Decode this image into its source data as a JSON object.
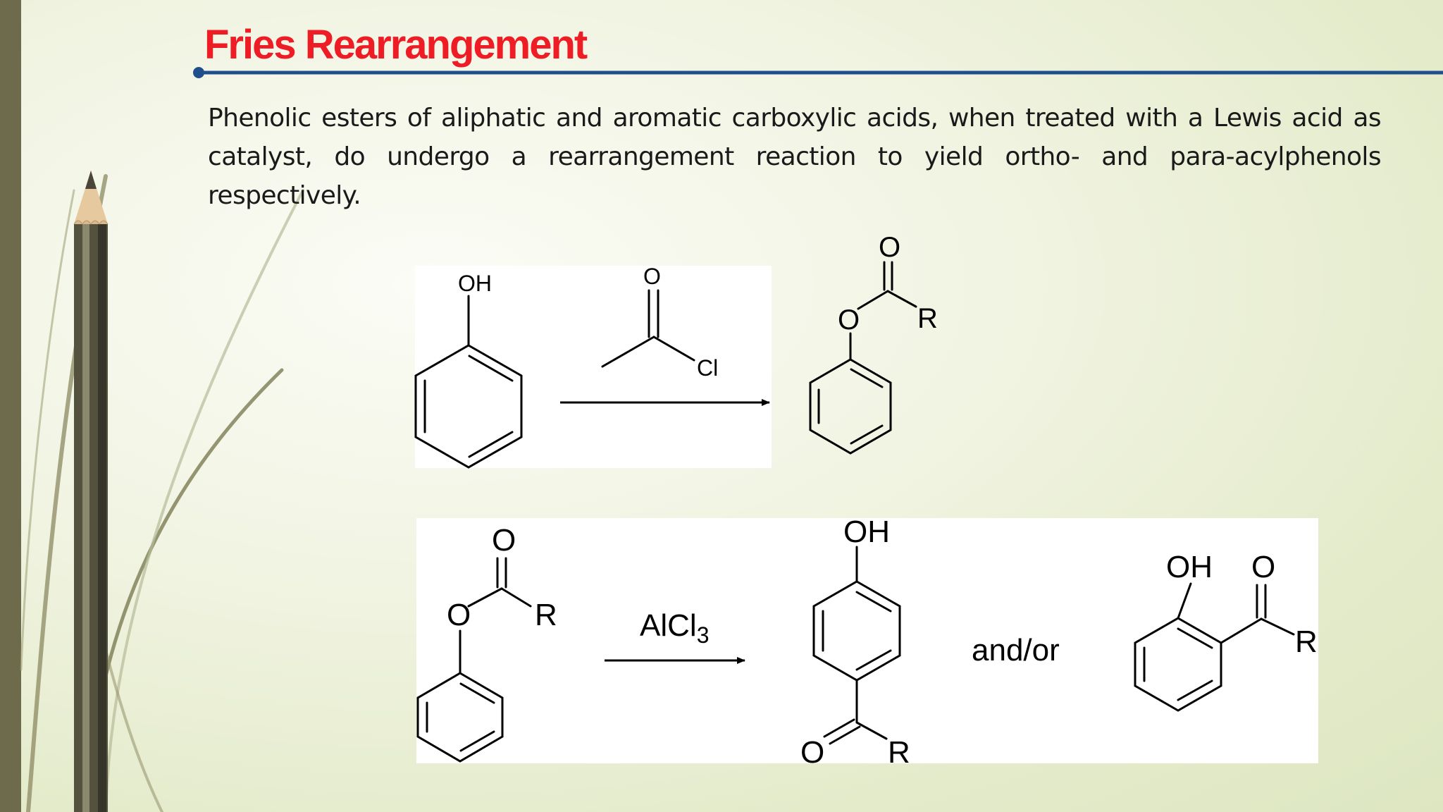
{
  "slide": {
    "title": "Fries Rearrangement",
    "body": "Phenolic esters of aliphatic and aromatic carboxylic acids, when treated with a Lewis acid as catalyst, do undergo a rearrangement reaction to yield ortho- and  para-acylphenols respectively.",
    "colors": {
      "title": "#ee1c24",
      "rule": "#1f4e8c",
      "background": "#eef2dc",
      "pencil": "#4a4a3c"
    }
  },
  "scheme1": {
    "phenol_oh": "OH",
    "acetyl_o": "O",
    "acetyl_cl": "Cl",
    "ester_o_carbonyl": "O",
    "ester_o_link": "O",
    "ester_r": "R"
  },
  "scheme2": {
    "ester_o_carbonyl": "O",
    "ester_o_link": "O",
    "ester_r": "R",
    "catalyst": "AlCl",
    "catalyst_subscript": "3",
    "para_oh": "OH",
    "para_o": "O",
    "para_r": "R",
    "conjunction": "and/or",
    "ortho_oh": "OH",
    "ortho_o": "O",
    "ortho_r": "R"
  },
  "icons": [
    "pencil-icon",
    "reaction-arrow-icon",
    "benzene-ring-icon"
  ]
}
